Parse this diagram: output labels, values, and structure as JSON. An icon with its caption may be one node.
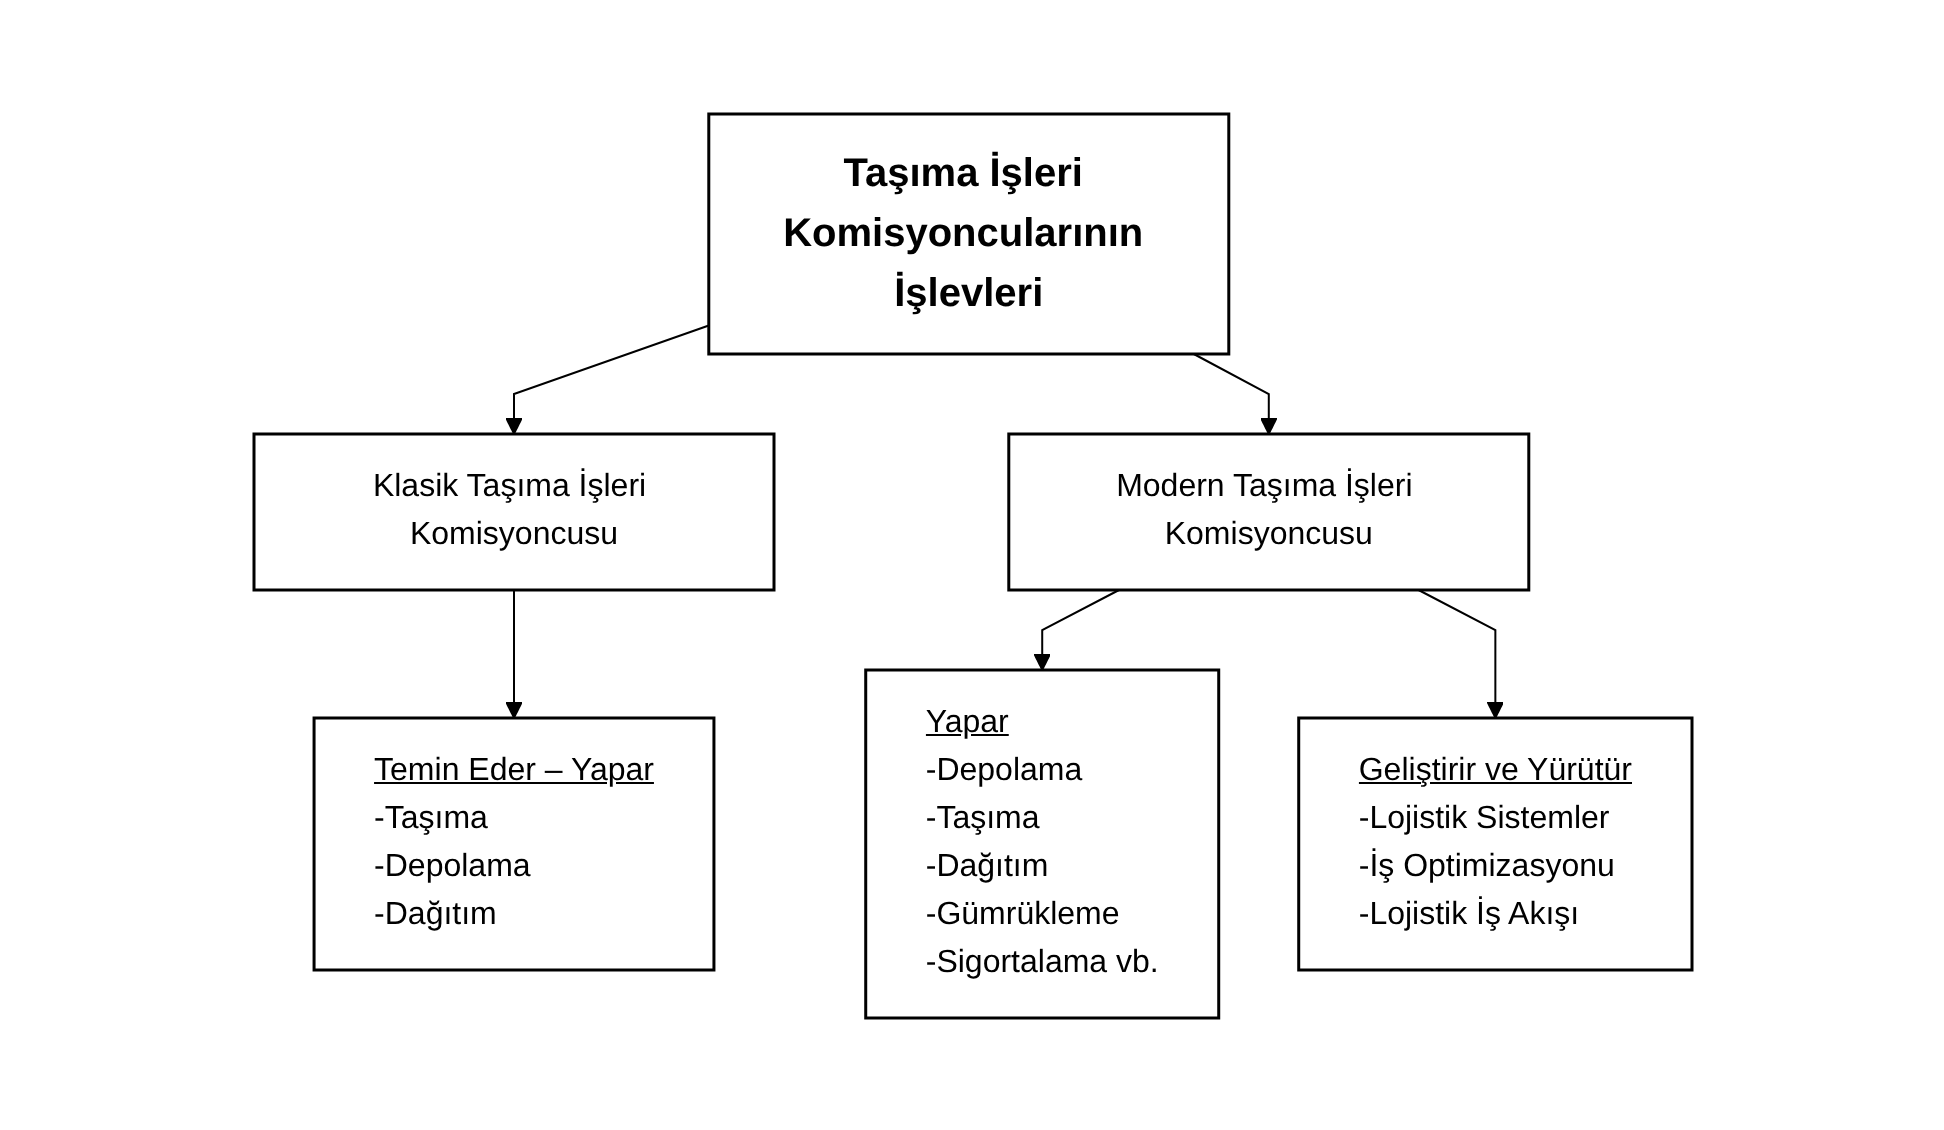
{
  "diagram": {
    "nodes": [
      {
        "text": [
          "Taşıma İşleri Komisyoncularının İşlevleri"
        ]
      },
      {
        "text": [
          "Klasik Taşıma İşleri Komisyoncusu"
        ]
      },
      {
        "text": [
          "Modern Taşıma İşleri Komisyoncusu"
        ]
      },
      {
        "text": [
          "Temin Eder – Yapar",
          "-Taşıma",
          "-Depolama",
          "-Dağıtım"
        ]
      },
      {
        "text": [
          "Yapar",
          "-Depolama",
          "-Taşıma",
          "-Dağıtım",
          "-Gümrükleme",
          "-Sigortalama vb."
        ]
      },
      {
        "text": [
          "Geliştirir ve Yürütür",
          "-Lojistik Sistemler",
          "-İş Optimizasyonu",
          "-Lojistik İş Akışı"
        ]
      }
    ],
    "edges": [
      {
        "from": 0,
        "to": 1,
        "arrow": "to"
      },
      {
        "from": 0,
        "to": 2,
        "arrow": "to"
      },
      {
        "from": 1,
        "to": 3,
        "arrow": "to"
      },
      {
        "from": 2,
        "to": 4,
        "arrow": "to"
      },
      {
        "from": 2,
        "to": 5,
        "arrow": "to"
      }
    ]
  }
}
